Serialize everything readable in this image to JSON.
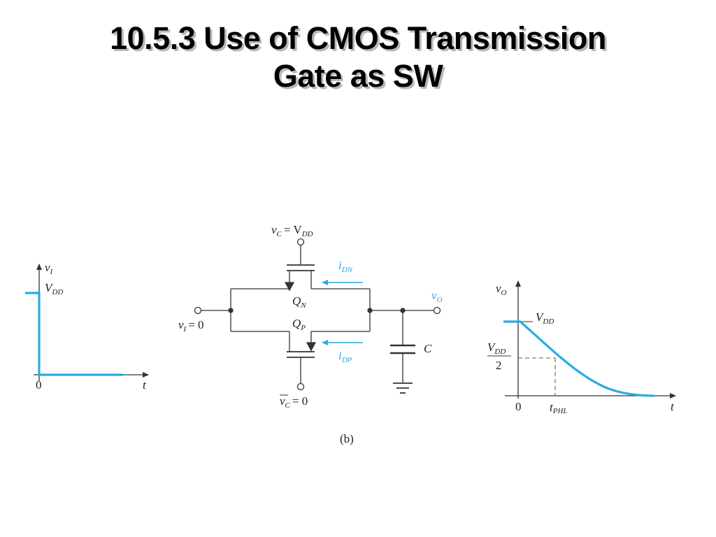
{
  "slide": {
    "title_line1": "10.5.3 Use of CMOS Transmission",
    "title_line2": "Gate as SW"
  },
  "colors": {
    "signal": "#29abe2",
    "wire": "#333333",
    "text": "#000000"
  },
  "input_graph": {
    "y_label": "v",
    "y_sub": "I",
    "level_label": "V",
    "level_sub": "DD",
    "origin_label": "0",
    "x_label": "t"
  },
  "circuit": {
    "control_label": "v",
    "control_sub": "C",
    "control_rhs": "= V",
    "control_rhs_sub": "DD",
    "nmos_label": "Q",
    "nmos_sub": "N",
    "pmos_label": "Q",
    "pmos_sub": "P",
    "input_label": "v",
    "input_sub": "I",
    "input_rhs": "= 0",
    "idn_label": "i",
    "idn_sub": "DN",
    "idp_label": "i",
    "idp_sub": "DP",
    "output_label": "v",
    "output_sub": "O",
    "cap_label": "C",
    "control_bar_label": "v",
    "control_bar_sub": "C",
    "control_bar_rhs": "= 0",
    "caption": "(b)"
  },
  "output_graph": {
    "y_label": "v",
    "y_sub": "O",
    "top_label": "V",
    "top_sub": "DD",
    "half_num": "V",
    "half_num_sub": "DD",
    "half_den": "2",
    "origin_label": "0",
    "tphl_label": "t",
    "tphl_sub": "PHL",
    "x_label": "t"
  }
}
